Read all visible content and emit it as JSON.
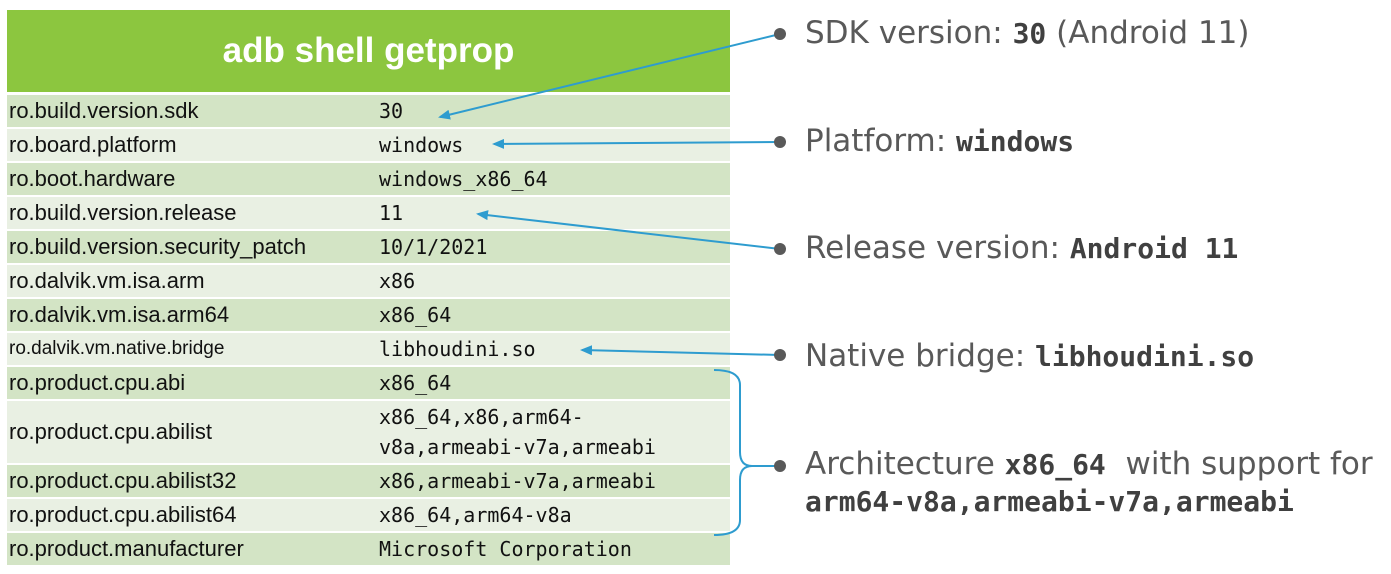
{
  "table": {
    "title": "adb shell getprop",
    "rows": [
      {
        "key": "ro.build.version.sdk",
        "value": "30"
      },
      {
        "key": "ro.board.platform",
        "value": "windows"
      },
      {
        "key": "ro.boot.hardware",
        "value": "windows_x86_64"
      },
      {
        "key": "ro.build.version.release",
        "value": "11"
      },
      {
        "key": "ro.build.version.security_patch",
        "value": "10/1/2021"
      },
      {
        "key": "ro.dalvik.vm.isa.arm",
        "value": "x86"
      },
      {
        "key": "ro.dalvik.vm.isa.arm64",
        "value": "x86_64"
      },
      {
        "key": "ro.dalvik.vm.native.bridge",
        "value": "libhoudini.so"
      },
      {
        "key": "ro.product.cpu.abi",
        "value": "x86_64"
      },
      {
        "key": "ro.product.cpu.abilist",
        "value_line1": "x86_64,x86,arm64-",
        "value_line2": "v8a,armeabi-v7a,armeabi"
      },
      {
        "key": "ro.product.cpu.abilist32",
        "value": "x86,armeabi-v7a,armeabi"
      },
      {
        "key": "ro.product.cpu.abilist64",
        "value": "x86_64,arm64-v8a"
      },
      {
        "key": "ro.product.manufacturer",
        "value": "Microsoft Corporation"
      }
    ]
  },
  "annotations": {
    "sdk": {
      "label": "SDK version: ",
      "code": "30",
      "suffix": " (Android 11)"
    },
    "platform": {
      "label": "Platform: ",
      "code": "windows"
    },
    "release": {
      "label": "Release version: ",
      "code": "Android 11"
    },
    "bridge": {
      "label": "Native bridge: ",
      "code": "libhoudini.so"
    },
    "arch": {
      "label": "Architecture ",
      "code": "x86_64",
      "suffix": "  with support for",
      "code_line2": "arm64-v8a,armeabi-v7a,armeabi"
    }
  },
  "colors": {
    "header_green": "#8cc63f",
    "row_dark": "#d3e4c5",
    "row_light": "#e9f0e3",
    "arrow_blue": "#2e9ccf",
    "note_gray": "#595959"
  }
}
